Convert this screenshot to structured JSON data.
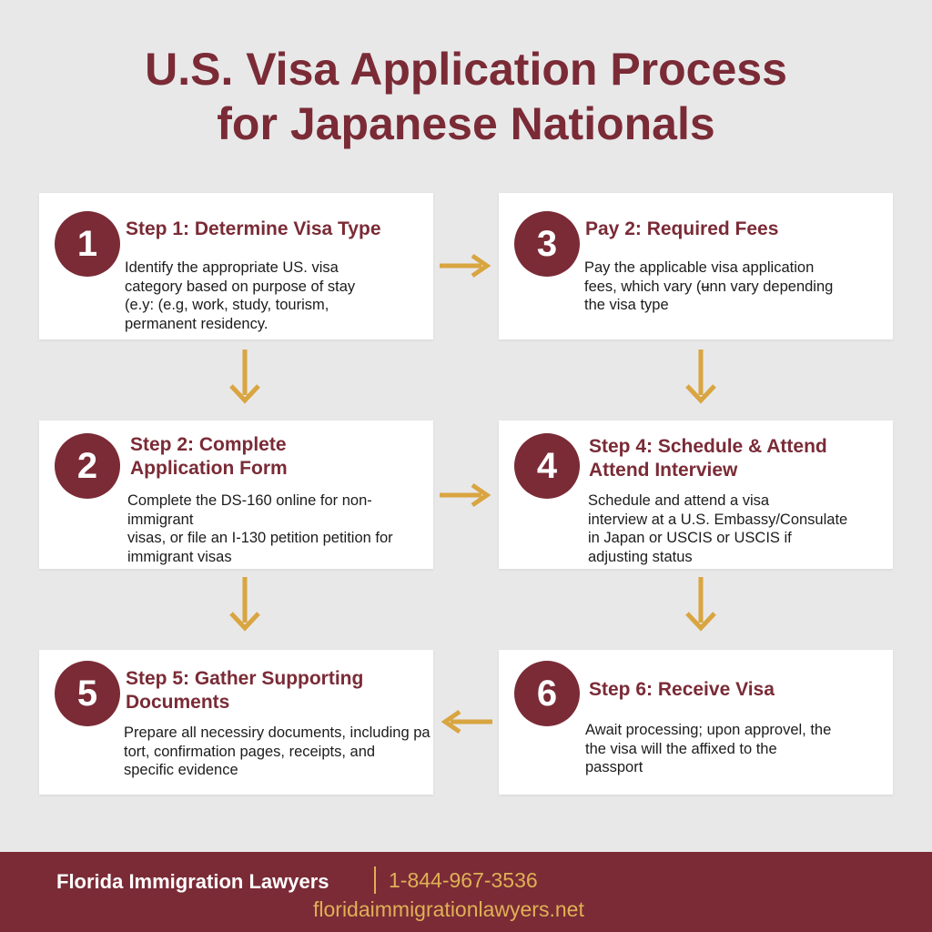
{
  "colors": {
    "accent": "#7a2b36",
    "arrow": "#d9a540",
    "footer_text_highlight": "#e0b055",
    "background": "#e8e8e9",
    "card": "#ffffff"
  },
  "title": {
    "line1": "U.S. Visa Application Process",
    "line2": "for Japanese Nationals"
  },
  "steps": [
    {
      "number": "1",
      "title": "Step 1: Determine Visa Type",
      "description": "Identify the appropriate US. visa\ncategory based on purpose of stay\n(e.y: (e.g, work, study, tourism,\npermanent residency."
    },
    {
      "number": "3",
      "title": "Pay 2: Required Fees",
      "description": "Pay the applicable visa application\nfees, which vary (ʉnn vary depending\nthe visa type"
    },
    {
      "number": "2",
      "title": "Step 2: Complete\nApplication Form",
      "description": "Complete the DS-160 online for non-immigrant\nvisas, or file an I-130 petition petition for\nimmigrant visas"
    },
    {
      "number": "4",
      "title": "Step 4: Schedule & Attend\nAttend Interview",
      "description": "Schedule and attend a visa\ninterview at a U.S. Embassy/Consulate\nin Japan or USCIS or USCIS if\nadjusting status"
    },
    {
      "number": "5",
      "title": "Step 5: Gather Supporting\nDocuments",
      "description": "Prepare all necessiry documents, including pa\ntort, confirmation pages, receipts, and\nspecific evidence"
    },
    {
      "number": "6",
      "title": "Step 6: Receive Visa",
      "description": "Await processing; upon approvel, the\nthe visa will the affixed to the\npassport"
    }
  ],
  "footer": {
    "company": "Florida Immigration Lawyers",
    "phone": "1-844-967-3536",
    "website": "floridaimmigrationlawyers.net"
  }
}
